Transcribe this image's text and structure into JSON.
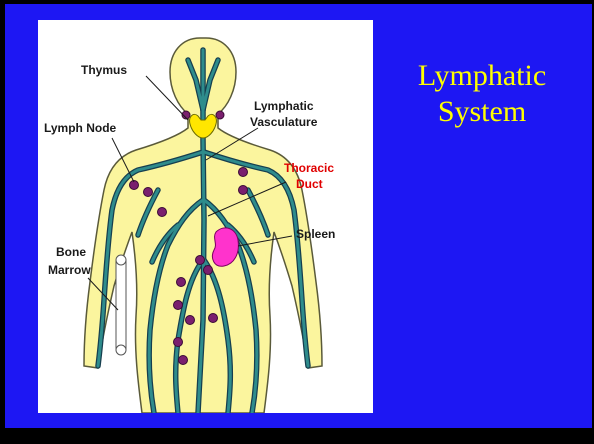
{
  "slide": {
    "title_line1": "Lymphatic",
    "title_line2": "System",
    "background_color": "#1d17f3",
    "title_color": "#ffff00"
  },
  "diagram": {
    "labels": {
      "thymus": "Thymus",
      "lymph_node": "Lymph Node",
      "lymphatic_vasculature_line1": "Lymphatic",
      "lymphatic_vasculature_line2": "Vasculature",
      "thoracic_duct_line1": "Thoracic",
      "thoracic_duct_line2": "Duct",
      "spleen": "Spleen",
      "bone_marrow_line1": "Bone",
      "bone_marrow_line2": "Marrow"
    },
    "colors": {
      "body": "#fbf59e",
      "body_outline": "#5a5a3a",
      "vessels": "#2e8c8c",
      "vessel_edge": "#163f4f",
      "lymph_nodes": "#7a1f6e",
      "thymus": "#ffe600",
      "spleen": "#ff33cc",
      "label_text": "#1a1a1a",
      "thoracic_duct_label": "#e00000"
    }
  }
}
